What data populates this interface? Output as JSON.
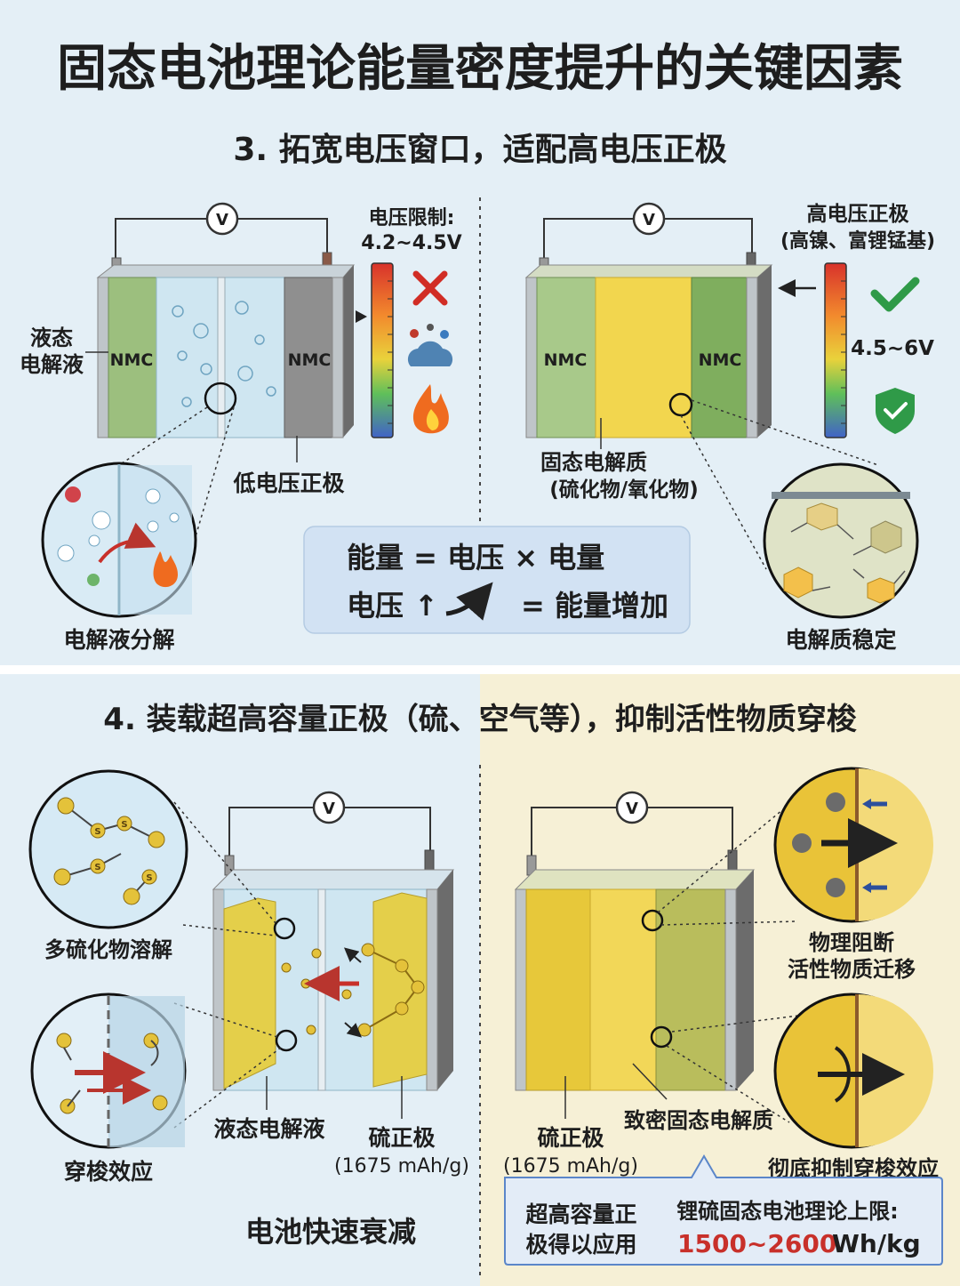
{
  "title": "固态电池理论能量密度提升的关键因素",
  "section3": {
    "heading": "3. 拓宽电压窗口，适配高电压正极",
    "left": {
      "voltmeter": "V",
      "electrode_left": "NMC",
      "electrode_right": "NMC",
      "liquid_label_1": "液态",
      "liquid_label_2": "电解液",
      "limit_label_1": "电压限制:",
      "limit_label_2": "4.2~4.5V",
      "low_cathode_label": "低电压正极",
      "zoom_label": "电解液分解"
    },
    "right": {
      "voltmeter": "V",
      "electrode_left": "NMC",
      "electrode_right": "NMC",
      "cathode_label_1": "高电压正极",
      "cathode_label_2": "(高镍、富锂锰基)",
      "range_label": "4.5~6V",
      "solid_label_1": "固态电解质",
      "solid_label_2": "(硫化物/氧化物)",
      "zoom_label": "电解质稳定"
    },
    "formula": {
      "line1": "能量 = 电压 × 电量",
      "line2_left": "电压",
      "line2_arrow": "↑",
      "line2_right": "= 能量增加"
    }
  },
  "section4": {
    "heading": "4. 装载超高容量正极（硫、空气等），抑制活性物质穿梭",
    "left": {
      "voltmeter": "V",
      "sulfur_symbol": "S",
      "zoom1_label": "多硫化物溶解",
      "zoom2_label": "穿梭效应",
      "liquid_label": "液态电解液",
      "cathode_label_1": "硫正极",
      "cathode_label_2": "(1675 mAh/g)",
      "conclusion": "电池快速衰减"
    },
    "right": {
      "voltmeter": "V",
      "cathode_label_1": "硫正极",
      "cathode_label_2": "(1675 mAh/g)",
      "dense_label": "致密固态电解质",
      "zoom1_label_1": "物理阻断",
      "zoom1_label_2": "活性物质迁移",
      "zoom2_label": "彻底抑制穿梭效应",
      "callout_left_1": "超高容量正",
      "callout_left_2": "极得以应用",
      "callout_right_1": "锂硫固态电池理论上限:",
      "callout_value": "1500~2600",
      "callout_unit": "Wh/kg"
    }
  },
  "colors": {
    "background": "#e4eff6",
    "panel_yellow": "#f6f0d6",
    "nmc_green": "#9cbf7e",
    "electrolyte_blue": "#cfe6f1",
    "solid_yellow": "#f2d64e",
    "sulfur": "#e4c23a",
    "accent_red": "#c8302a",
    "check_green": "#2f9a48",
    "formula_box": "#d2e2f3"
  }
}
